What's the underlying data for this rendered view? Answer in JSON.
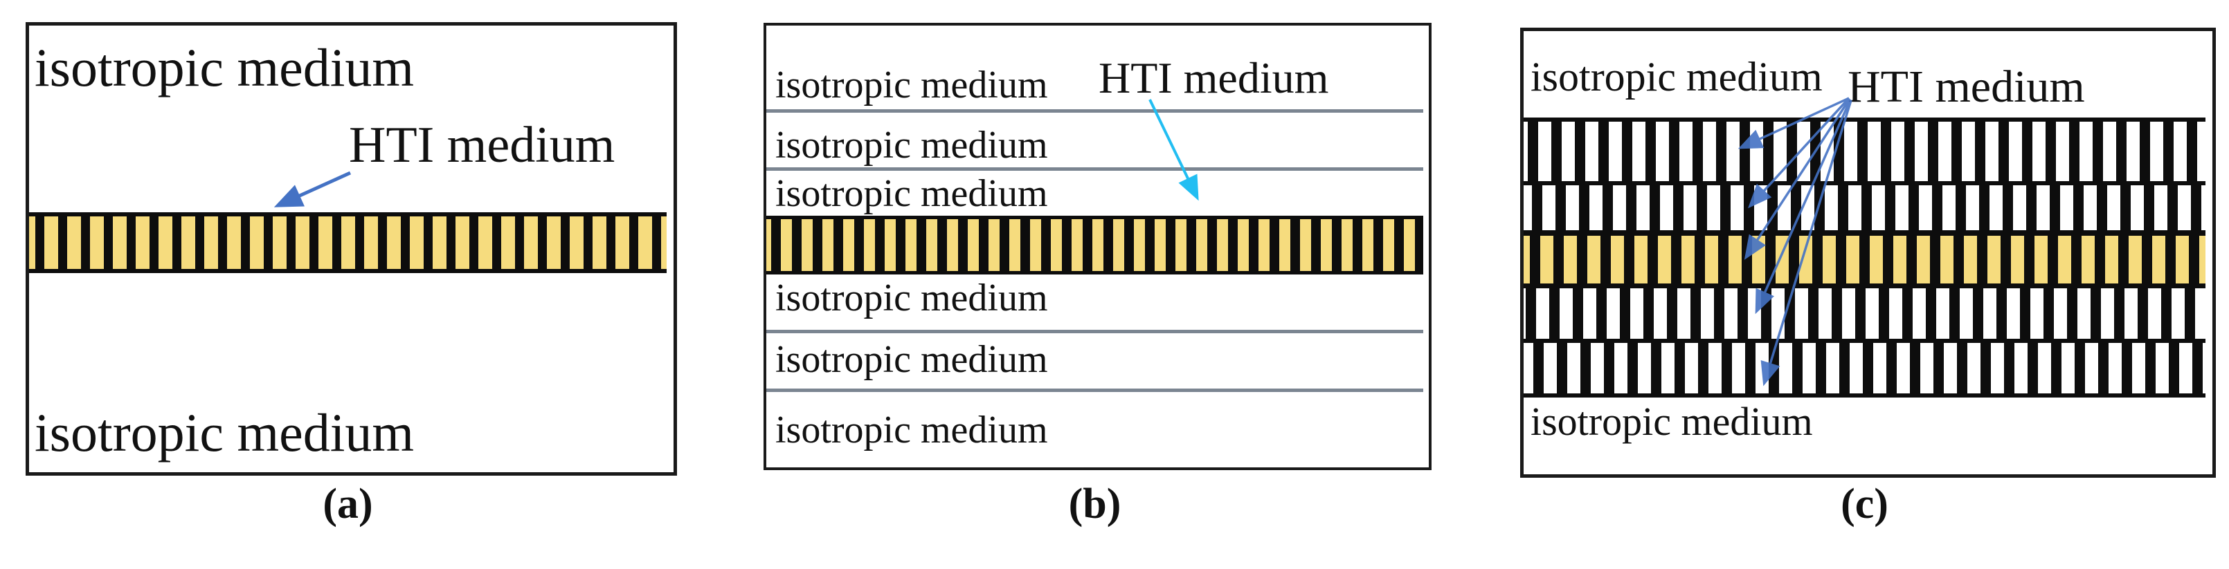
{
  "colors": {
    "hti_yellow": "#F6DC7E",
    "bar_black": "#0D0D0D",
    "border_black": "#1A1A1A",
    "separator_gray": "#7B8591",
    "arrow_blue": "#4472C4",
    "arrow_cyan": "#22BEF2",
    "text_black": "#111111"
  },
  "panel_a": {
    "caption": "(a)",
    "top_label": "isotropic medium",
    "hti_label": "HTI medium",
    "bottom_label": "isotropic medium"
  },
  "panel_b": {
    "caption": "(b)",
    "hti_label": "HTI medium",
    "layers": [
      {
        "label": "isotropic medium"
      },
      {
        "label": "isotropic medium"
      },
      {
        "label": "isotropic medium"
      },
      {
        "label": "isotropic medium"
      },
      {
        "label": "isotropic medium"
      },
      {
        "label": "isotropic medium"
      }
    ]
  },
  "panel_c": {
    "caption": "(c)",
    "top_label": "isotropic medium",
    "hti_label": "HTI medium",
    "bottom_label": "isotropic medium"
  }
}
